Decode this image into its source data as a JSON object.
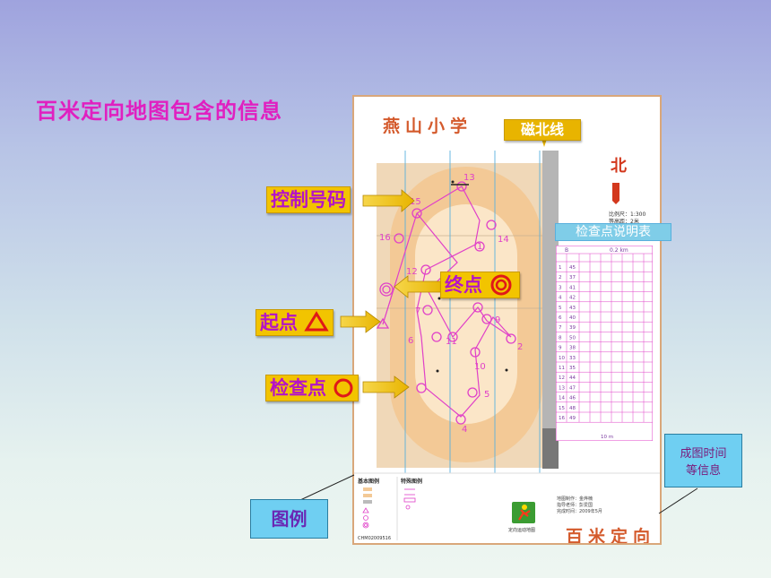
{
  "slide_title": "百米定向地图包含的信息",
  "map": {
    "title": "燕山小学",
    "north_label": "北",
    "scale_line1": "比例尺：1:300",
    "scale_line2": "等高距：2米",
    "clue_header_left": "B",
    "clue_header_right": "0.2 km",
    "clue_rows": [
      {
        "n": "1",
        "code": "45"
      },
      {
        "n": "2",
        "code": "37"
      },
      {
        "n": "3",
        "code": "41"
      },
      {
        "n": "4",
        "code": "42"
      },
      {
        "n": "5",
        "code": "43"
      },
      {
        "n": "6",
        "code": "40"
      },
      {
        "n": "7",
        "code": "39"
      },
      {
        "n": "8",
        "code": "50"
      },
      {
        "n": "9",
        "code": "38"
      },
      {
        "n": "10",
        "code": "33"
      },
      {
        "n": "11",
        "code": "35"
      },
      {
        "n": "12",
        "code": "44"
      },
      {
        "n": "13",
        "code": "47"
      },
      {
        "n": "14",
        "code": "46"
      },
      {
        "n": "15",
        "code": "48"
      },
      {
        "n": "16",
        "code": "49"
      }
    ],
    "clue_footer": "10 m",
    "legend_basic": "基本图例",
    "legend_special": "特殊图例",
    "map_code": "CHM02009516",
    "info_line1": "地图制作：金烨楠",
    "info_line2": "指导老师：彭爱国",
    "info_line3": "完成时间：2009年5月",
    "orient_label": "定向运动地图",
    "brand": "百米定向",
    "control_numbers": [
      "1",
      "2",
      "4",
      "5",
      "6",
      "7",
      "9",
      "10",
      "11",
      "12",
      "13",
      "14",
      "15",
      "16"
    ]
  },
  "callouts": {
    "magnetic_north": "磁北线",
    "control_number": "控制号码",
    "finish": "终点",
    "start": "起点",
    "checkpoint": "检查点",
    "clue_sheet": "检查点说明表",
    "legend": "图例",
    "time_info": "成图时间等信息",
    "time_info_line1": "成图时间",
    "time_info_line2": "等信息"
  },
  "colors": {
    "title": "#e020c0",
    "course": "#e040c8",
    "track": "#f5c890",
    "callout_bg": "#f2c400",
    "annotation_bg": "#6fcff2"
  }
}
